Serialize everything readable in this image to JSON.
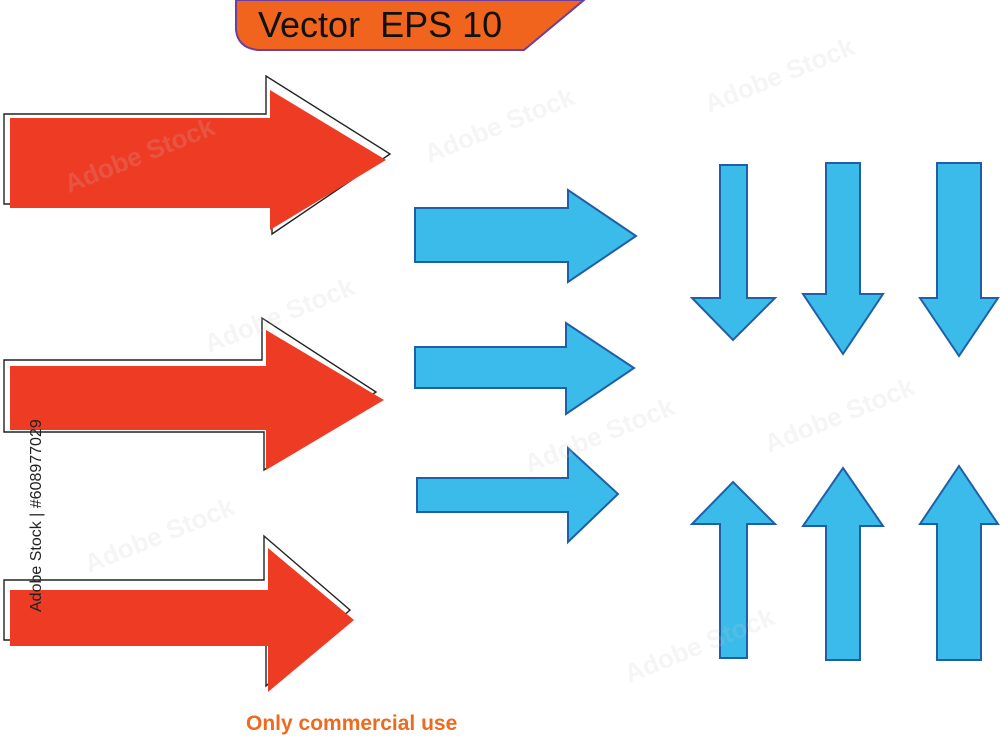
{
  "banner": {
    "text": "Vector  EPS 10",
    "fill_color": "#f0641e",
    "edge_color": "#6b3fa0"
  },
  "footer": {
    "text": "Only commercial use",
    "color": "#ee6a1e"
  },
  "stock_id": "Adobe Stock | #608977029",
  "watermark_text": "Adobe Stock",
  "colors": {
    "red_arrow": "#ee3b24",
    "blue_arrow": "#3bbbea",
    "blue_outline": "#1f5fa8"
  },
  "arrows": {
    "red_right": [
      {
        "direction": "right"
      },
      {
        "direction": "right"
      },
      {
        "direction": "right"
      }
    ],
    "blue_right": [
      {
        "direction": "right"
      },
      {
        "direction": "right"
      },
      {
        "direction": "right"
      }
    ],
    "blue_down": [
      {
        "direction": "down"
      },
      {
        "direction": "down"
      },
      {
        "direction": "down"
      }
    ],
    "blue_up": [
      {
        "direction": "up"
      },
      {
        "direction": "up"
      },
      {
        "direction": "up"
      }
    ]
  }
}
